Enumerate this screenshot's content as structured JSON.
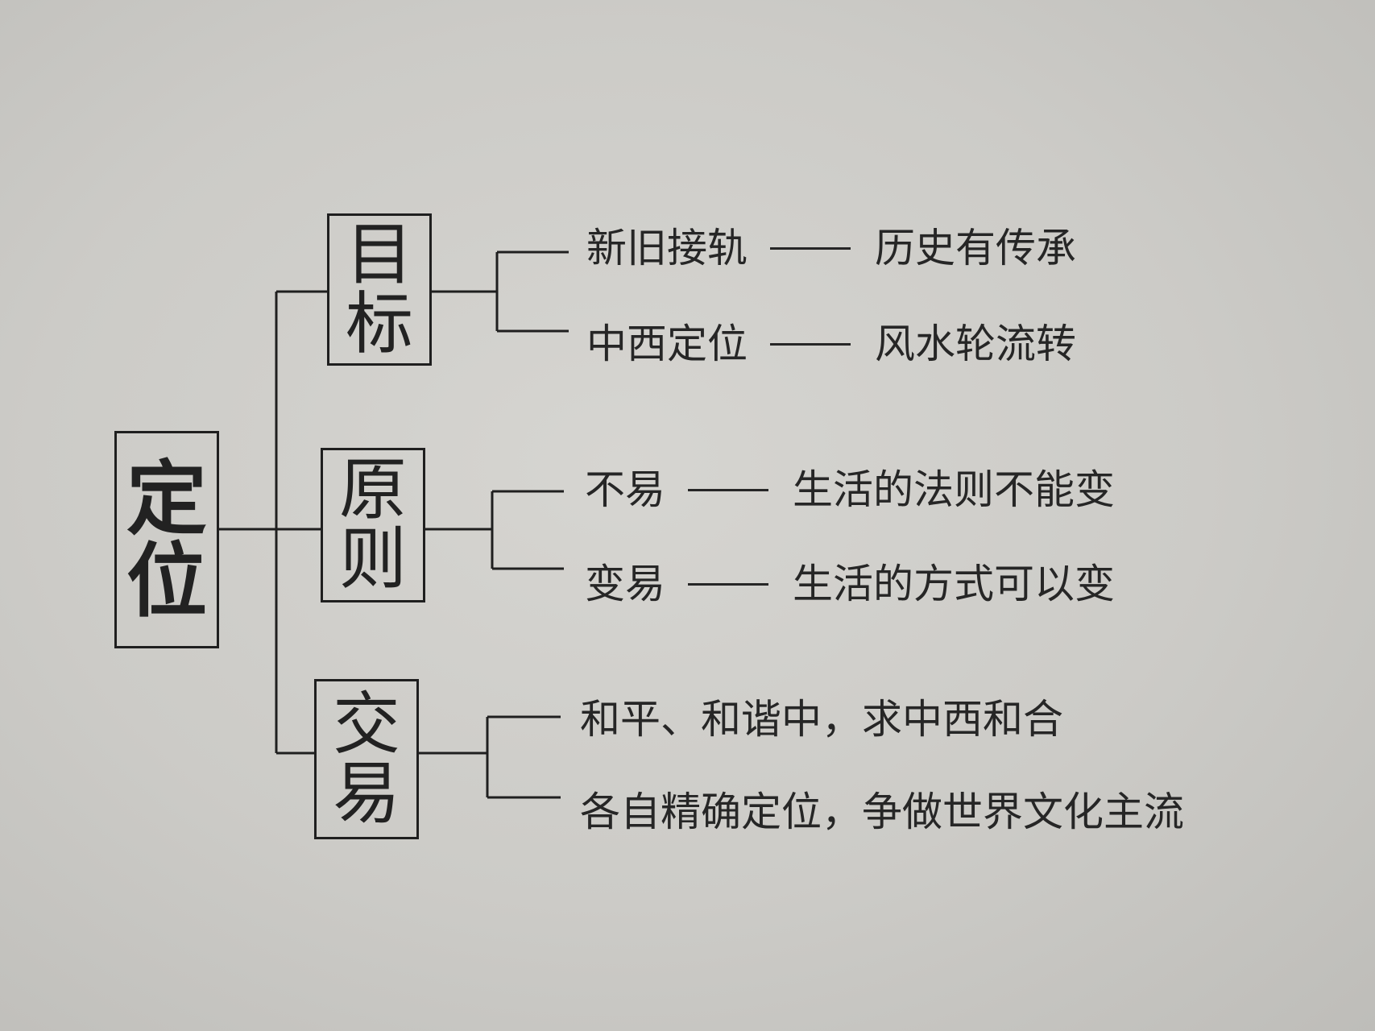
{
  "root": {
    "label": [
      "定",
      "位"
    ]
  },
  "branches": [
    {
      "label": [
        "目",
        "标"
      ],
      "leaves": [
        {
          "term": "新旧接轨",
          "meaning": "历史有传承"
        },
        {
          "term": "中西定位",
          "meaning": "风水轮流转"
        }
      ]
    },
    {
      "label": [
        "原",
        "则"
      ],
      "leaves": [
        {
          "term": "不易",
          "meaning": "生活的法则不能变"
        },
        {
          "term": "变易",
          "meaning": "生活的方式可以变"
        }
      ]
    },
    {
      "label": [
        "交",
        "易"
      ],
      "leaves": [
        {
          "text": "和平、和谐中，求中西和合"
        },
        {
          "text": "各自精确定位，争做世界文化主流"
        }
      ]
    }
  ],
  "colors": {
    "ink": "#1f1f1f",
    "paper": "#cfcecb"
  }
}
